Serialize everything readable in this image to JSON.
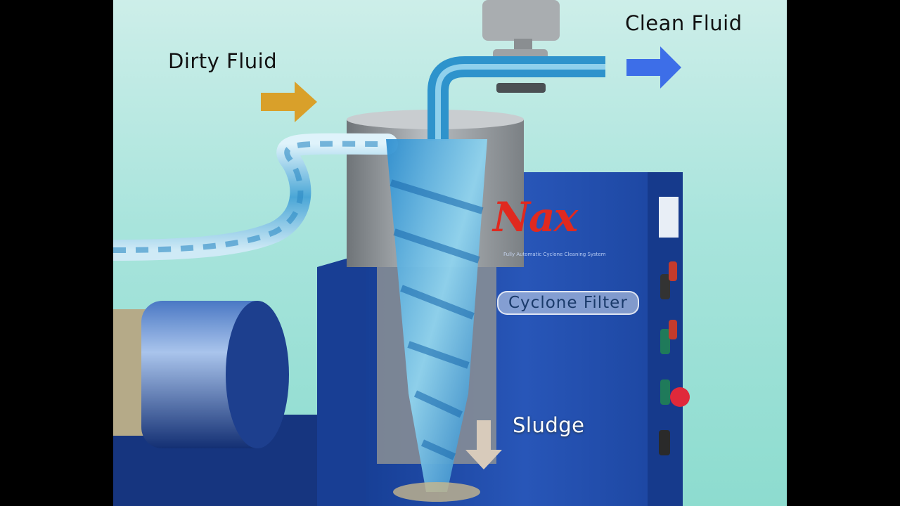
{
  "labels": {
    "dirty_fluid": "Dirty Fluid",
    "clean_fluid": "Clean Fluid",
    "sludge": "Sludge",
    "cyclone_filter": "Cyclone Filter"
  },
  "brand": {
    "logo": "Nax",
    "tagline": "Fully Automatic Cyclone Cleaning System"
  },
  "colors": {
    "background": "#a8e4dc",
    "cabinet_blue": "#1f4da8",
    "inlet_arrow": "#d9a02a",
    "outlet_arrow": "#3d6ee8",
    "sludge_arrow": "#d8cbbb",
    "stop_button": "#e0293a"
  },
  "icons": {
    "dirty_arrow": "right-arrow-icon",
    "clean_arrow": "right-arrow-icon",
    "sludge_arrow": "down-arrow-icon"
  }
}
